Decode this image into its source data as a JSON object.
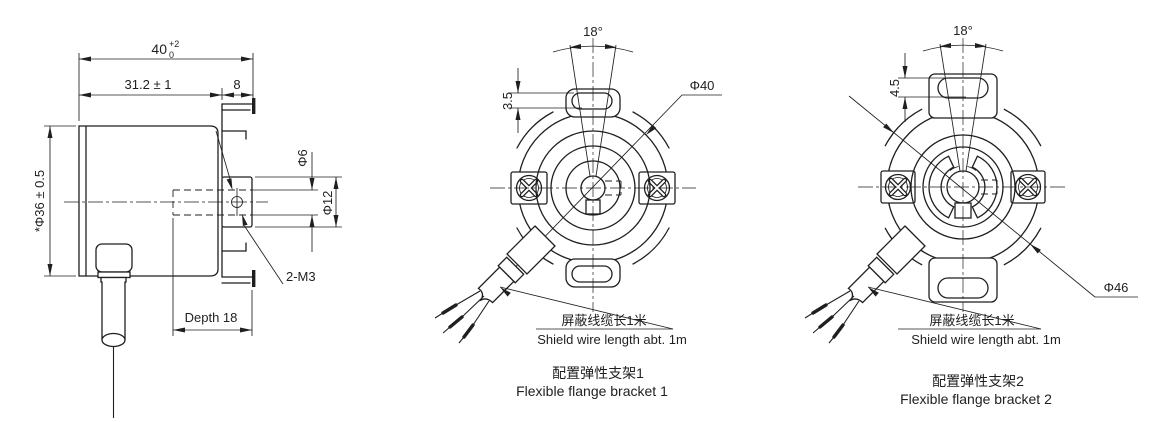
{
  "colors": {
    "line": "#1f1f1f",
    "background": "#ffffff"
  },
  "side_view": {
    "dim_overall": "40",
    "dim_overall_tol_upper": "+2",
    "dim_overall_tol_lower": "0",
    "dim_body_length": "31.2 ± 1",
    "dim_flange_width": "8",
    "dim_body_diameter": "*Φ36 ± 0.5",
    "dim_shaft_bore": "Φ6",
    "dim_hub_diameter": "Φ12",
    "label_screws": "2-M3",
    "dim_depth": "Depth 18"
  },
  "front_view_1": {
    "dim_angle": "18°",
    "dim_slot": "3.5",
    "dim_diameter": "Φ40",
    "shield_note_cn": "屏蔽线缆长1米",
    "shield_note_en": "Shield wire length abt. 1m",
    "caption_cn": "配置弹性支架1",
    "caption_en": "Flexible flange bracket 1"
  },
  "front_view_2": {
    "dim_angle": "18°",
    "dim_slot": "4.5",
    "dim_diameter": "Φ46",
    "shield_note_cn": "屏蔽线缆长1米",
    "shield_note_en": "Shield wire length abt. 1m",
    "caption_cn": "配置弹性支架2",
    "caption_en": "Flexible flange bracket 2"
  }
}
